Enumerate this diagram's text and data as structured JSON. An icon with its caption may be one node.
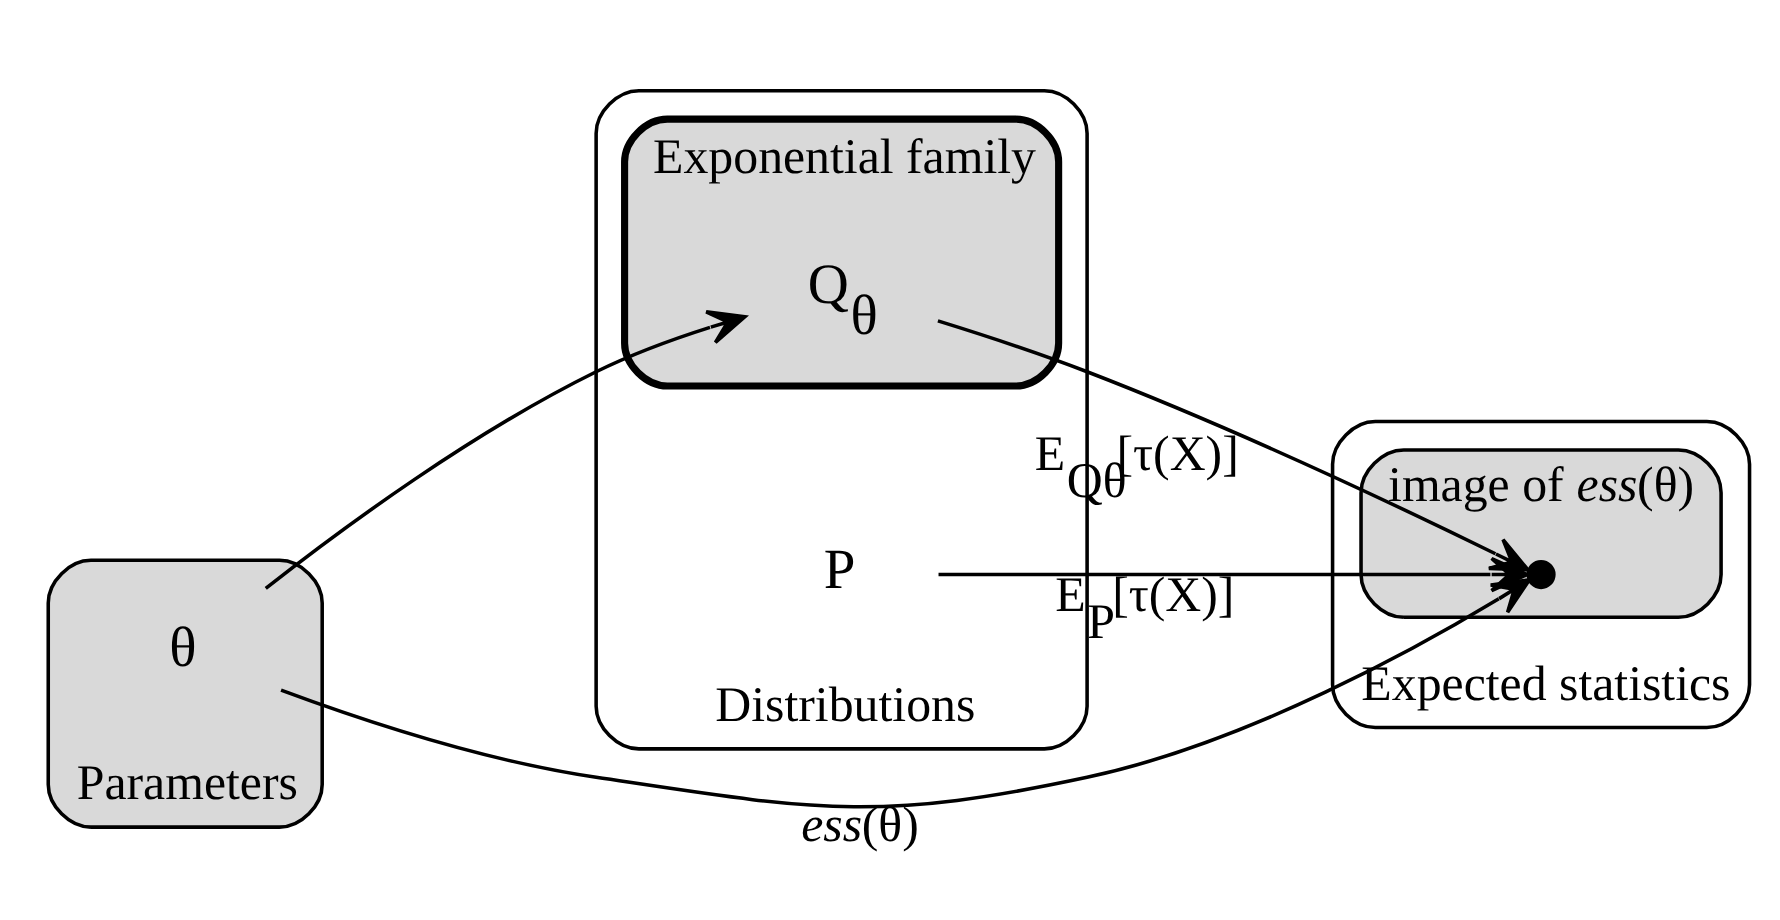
{
  "diagram": {
    "nodes": [
      {
        "text": [
          "Parameters"
        ]
      },
      {
        "text": [
          "θ"
        ],
        "in": 0
      },
      {
        "text": [
          "Distributions"
        ]
      },
      {
        "text": [
          "P"
        ],
        "in": 2
      },
      {
        "text": [
          "Exponential family"
        ],
        "in": 2
      },
      {
        "text": [
          "Q$_{θ}$"
        ],
        "in": 4
      },
      {
        "text": [
          "Expected statistics"
        ]
      },
      {
        "text": [
          "image of *ess*(θ)"
        ],
        "in": 6
      },
      {
        "text": [],
        "shape": "circle",
        "in": 7
      }
    ],
    "edges": [
      {
        "from": 1,
        "to": 5,
        "arrow": "to"
      },
      {
        "from": 3,
        "to": 8,
        "arrow": "to",
        "label": "E$_{P}$[τ(X)]"
      },
      {
        "from": 5,
        "to": 8,
        "arrow": "to",
        "label": "E$_{Qθ}$[τ(X)]"
      },
      {
        "from": 1,
        "to": 8,
        "arrow": "to",
        "label": "*ess*(θ)"
      }
    ]
  }
}
